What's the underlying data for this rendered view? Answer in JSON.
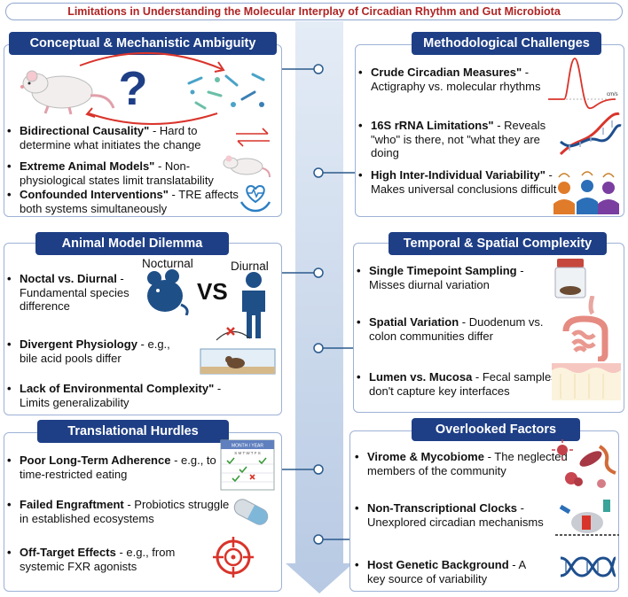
{
  "title": "Limitations in Understanding the Molecular Interplay of Circadian Rhythm and Gut Microbiota",
  "panels": {
    "conceptual": {
      "heading": "Conceptual & Mechanistic Ambiguity",
      "items": [
        {
          "bold": "Bidirectional Causality\"",
          "text": " - Hard to determine what initiates the change"
        },
        {
          "bold": "Extreme Animal Models\"",
          "text": " - Non-physiological states limit translatability"
        },
        {
          "bold": "Confounded Interventions\"",
          "text": " - TRE affects both systems simultaneously"
        }
      ]
    },
    "methodological": {
      "heading": "Methodological Challenges",
      "items": [
        {
          "bold": "Crude Circadian Measures\"",
          "text": " - Actigraphy vs. molecular rhythms"
        },
        {
          "bold": "16S rRNA Limitations\"",
          "text": " - Reveals \"who\" is there, not \"what they are doing"
        },
        {
          "bold": "High Inter-Individual Variability\"",
          "text": " - Makes universal conclusions difficult"
        }
      ],
      "graph_unit": "cm/s"
    },
    "animal": {
      "heading": "Animal Model Dilemma",
      "nocturnal_label": "Nocturnal",
      "diurnal_label": "Diurnal",
      "vs_label": "VS",
      "items": [
        {
          "bold": "Noctal vs. Diurnal",
          "text": " - Fundamental species difference"
        },
        {
          "bold": "Divergent Physiology",
          "text": " - e.g., bile acid pools differ"
        },
        {
          "bold": "Lack of Environmental Complexity\"",
          "text": " - Limits generalizability"
        }
      ]
    },
    "temporal": {
      "heading": "Temporal & Spatial Complexity",
      "items": [
        {
          "bold": "Single Timepoint Sampling",
          "text": " - Misses diurnal variation"
        },
        {
          "bold": "Spatial Variation",
          "text": " - Duodenum vs. colon communities differ"
        },
        {
          "bold": "Lumen vs. Mucosa",
          "text": " - Fecal samples don't capture key interfaces"
        }
      ]
    },
    "translational": {
      "heading": "Translational Hurdles",
      "calendar_header": "MONTH / YEAR",
      "calendar_days": "S M T W T F S",
      "items": [
        {
          "bold": "Poor Long-Term Adherence",
          "text": " - e.g., to time-restricted eating"
        },
        {
          "bold": "Failed Engraftment",
          "text": " - Probiotics struggle in established ecosystems"
        },
        {
          "bold": "Off-Target Effects",
          "text": " - e.g., from systemic FXR agonists"
        }
      ]
    },
    "overlooked": {
      "heading": "Overlooked Factors",
      "items": [
        {
          "bold": "Virome & Mycobiome",
          "text": " - The neglected members of the community"
        },
        {
          "bold": "Non-Transcriptional Clocks",
          "text": " - Unexplored circadian mechanisms"
        },
        {
          "bold": "Host Genetic Background",
          "text": " - A key source of variability"
        }
      ]
    }
  },
  "colors": {
    "title_text": "#b02424",
    "heading_fill": "#1e3f86",
    "panel_border": "#9db1d6",
    "connector": "#2a5a8c",
    "spine": "#c8d6ea",
    "accent_red": "#d9342b"
  },
  "icons": [
    "rat-icon",
    "question-mark-icon",
    "bacteria-icon",
    "bidirectional-arrows-icon",
    "mouse-icon",
    "heart-hand-icon",
    "velocity-graph-icon",
    "dna-helix-icon",
    "people-dna-icon",
    "nocturnal-mouse-icon",
    "human-figure-icon",
    "mouse-cage-icon",
    "stool-sample-jar-icon",
    "intestine-icon",
    "mucosa-layer-icon",
    "calendar-icon",
    "capsule-icon",
    "target-icon",
    "microbes-icon",
    "protein-complex-icon",
    "dna-strand-icon"
  ]
}
